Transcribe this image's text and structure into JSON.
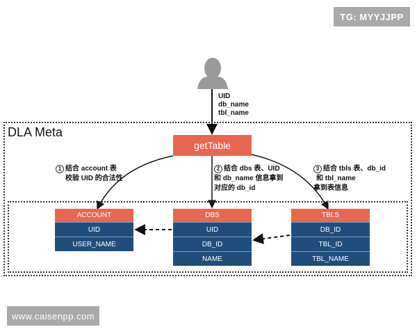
{
  "watermark_top": "TG: MYYJJPP",
  "watermark_bottom": "www.caisenpp.com",
  "user_params": [
    "UID",
    "db_name",
    "tbl_name"
  ],
  "container_title": "DLA Meta",
  "function_box": "getTable",
  "steps": [
    {
      "num": "1",
      "lines": [
        "结合 account 表",
        "校验 UID 的合法性"
      ]
    },
    {
      "num": "2",
      "lines": [
        "结合 dbs 表、UID",
        "和 db_name 信息拿到",
        "对应的 db_id"
      ]
    },
    {
      "num": "3",
      "lines": [
        "结合 tbls 表、db_id",
        "和 tbl_name",
        "拿到表信息"
      ]
    }
  ],
  "tables": [
    {
      "name": "ACCOUNT",
      "fields": [
        "UID",
        "USER_NAME"
      ]
    },
    {
      "name": "DBS",
      "fields": [
        "UID",
        "DB_ID",
        "NAME"
      ]
    },
    {
      "name": "TBLS",
      "fields": [
        "DB_ID",
        "TBL_ID",
        "TBL_NAME"
      ]
    }
  ],
  "colors": {
    "accent": "#e8674f",
    "table_body": "#1f4e7d",
    "badge": "#a9a9a9"
  }
}
